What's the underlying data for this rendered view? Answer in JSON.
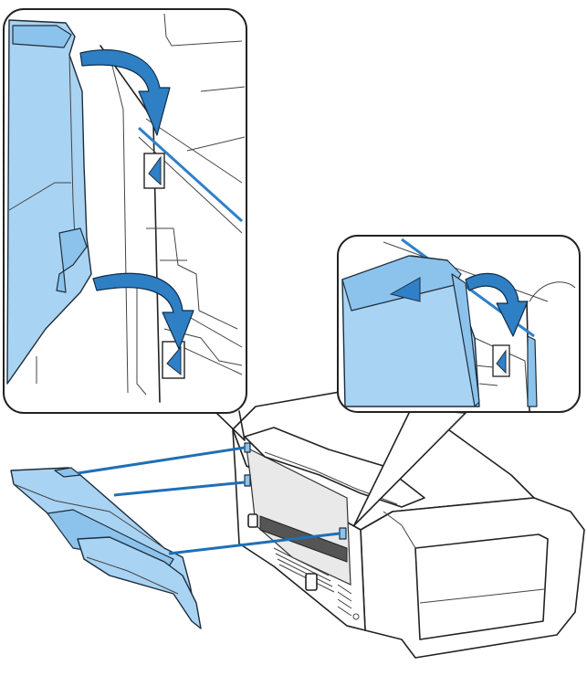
{
  "figure": {
    "subject": "printer-rear-paper-support",
    "colors": {
      "part_fill": "#a9d3f3",
      "part_fill_dark": "#8cc3ec",
      "arrow_fill": "#2f7fc4",
      "guide_line": "#1f6fb5",
      "outline": "#222222",
      "background": "#ffffff"
    },
    "callouts": [
      "upper-left-detail",
      "right-detail"
    ],
    "icons": [
      "curved-arrow-icon",
      "triangle-marker-icon"
    ]
  }
}
